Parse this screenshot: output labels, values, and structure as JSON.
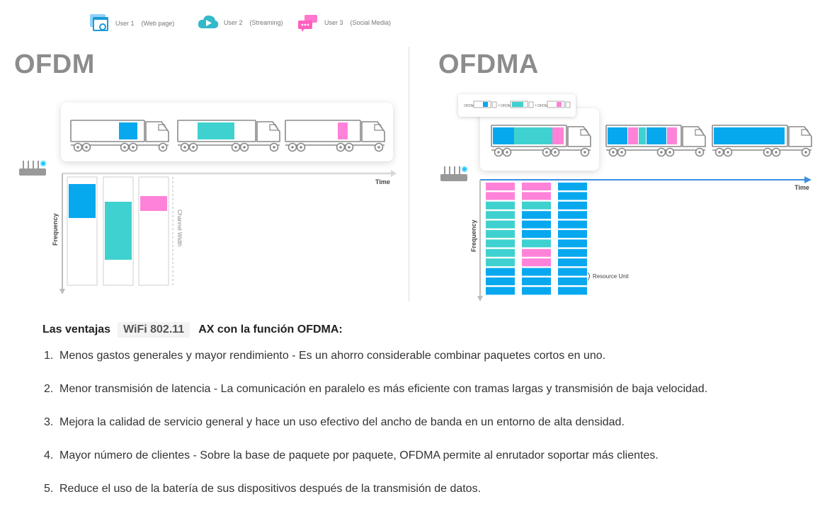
{
  "legend": [
    {
      "title": "User 1",
      "sub": "(Web page)",
      "icon": "web-page-icon",
      "color": "#1a9bd8"
    },
    {
      "title": "User 2",
      "sub": "(Streaming)",
      "icon": "streaming-icon",
      "color": "#33b9c9"
    },
    {
      "title": "User 3",
      "sub": "(Social Media)",
      "icon": "social-media-icon",
      "color": "#ff77cc"
    }
  ],
  "colors": {
    "blue": "#08a8ef",
    "teal": "#3fd1cf",
    "pink": "#ff82d9",
    "title_gray": "#8c8c8c",
    "axis_gray": "#d8d8dc",
    "time_axis_blue": "#3d8fe0"
  },
  "ofdm": {
    "title": "OFDM",
    "time_label": "Time",
    "frequency_label": "Frequency",
    "channel_width_label": "Channel Width",
    "trucks": [
      "blue",
      "teal",
      "pink"
    ]
  },
  "ofdma": {
    "title": "OFDMA",
    "time_label": "Time",
    "frequency_label": "Frequency",
    "resource_unit_label": "Resource Unit",
    "mini_label": "OFDM",
    "trucks": [
      [
        "blue",
        "teal",
        "pink"
      ],
      [
        "blue",
        "pink",
        "teal",
        "blue",
        "pink"
      ],
      [
        "blue"
      ]
    ],
    "grid_columns": [
      [
        "pink",
        "pink",
        "teal",
        "teal",
        "teal",
        "teal",
        "teal",
        "teal",
        "teal",
        "blue",
        "blue",
        "blue"
      ],
      [
        "pink",
        "pink",
        "teal",
        "blue",
        "blue",
        "blue",
        "teal",
        "pink",
        "pink",
        "blue",
        "blue",
        "blue"
      ],
      [
        "blue",
        "blue",
        "blue",
        "blue",
        "blue",
        "blue",
        "blue",
        "blue",
        "blue",
        "blue",
        "blue",
        "blue"
      ]
    ]
  },
  "advantages": {
    "heading_prefix": "Las ventajas",
    "heading_badge": "WiFi 802.11",
    "heading_suffix": "AX con la función OFDMA:",
    "items": [
      {
        "num": "1.",
        "text": "Menos gastos generales y mayor rendimiento - Es un ahorro considerable combinar paquetes cortos en uno."
      },
      {
        "num": "2.",
        "text": "Menor transmisión de latencia - La comunicación en paralelo es más eficiente con tramas largas y transmisión de baja velocidad."
      },
      {
        "num": "3.",
        "text": "Mejora la calidad de servicio general y hace un uso efectivo del ancho de banda en un entorno de alta densidad."
      },
      {
        "num": "4.",
        "text": "Mayor número de clientes - Sobre la base de paquete por paquete, OFDMA permite al enrutador soportar más clientes."
      },
      {
        "num": "5.",
        "text": "Reduce el uso de la batería de sus dispositivos después de la transmisión de datos."
      }
    ]
  }
}
